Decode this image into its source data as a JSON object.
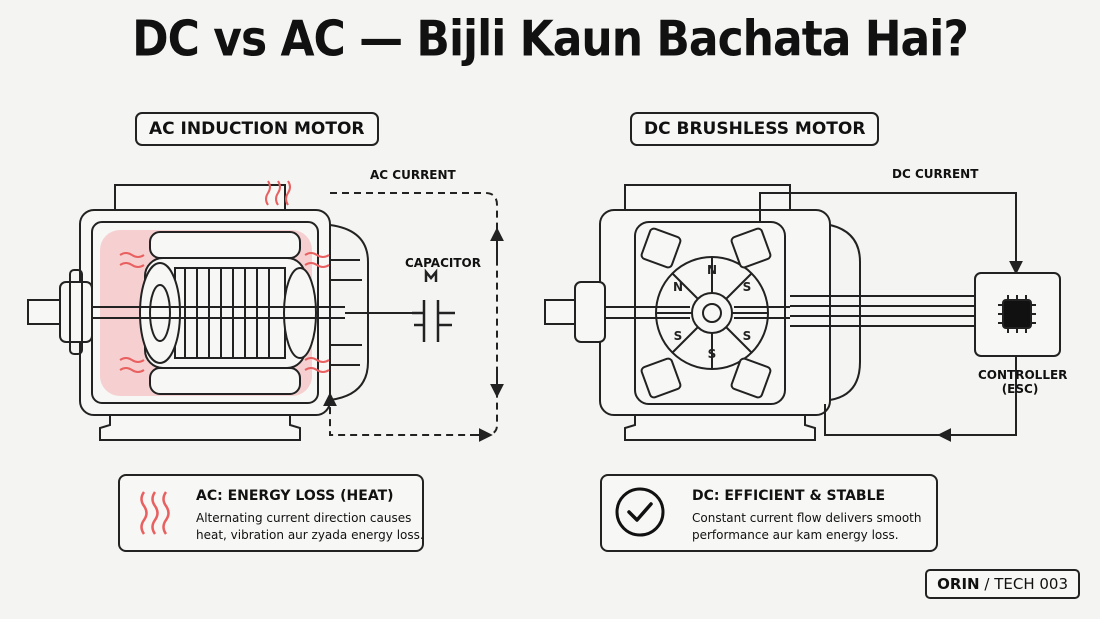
{
  "title": "DC vs AC — Bijli Kaun Bachata Hai?",
  "ac": {
    "heading": "AC INDUCTION MOTOR",
    "current_label": "AC CURRENT",
    "capacitor_label": "CAPACITOR",
    "info_title": "AC: ENERGY LOSS (HEAT)",
    "info_line1": "Alternating current direction causes",
    "info_line2": "heat, vibration aur zyada energy loss.",
    "heat_color": "#f08080"
  },
  "dc": {
    "heading": "DC BRUSHLESS MOTOR",
    "current_label": "DC CURRENT",
    "controller_line1": "CONTROLLER",
    "controller_line2": "(ESC)",
    "poles": [
      "N",
      "S",
      "S",
      "S",
      "S",
      "N"
    ],
    "info_title": "DC: EFFICIENT & STABLE",
    "info_line1": "Constant current flow delivers smooth",
    "info_line2": "performance aur kam energy loss."
  },
  "brand": {
    "name": "ORIN",
    "tag": " / TECH 003"
  }
}
